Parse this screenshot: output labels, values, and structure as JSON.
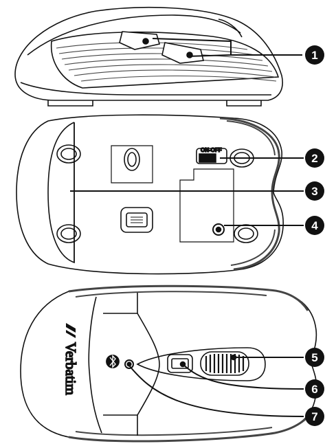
{
  "diagram": {
    "callouts": [
      "1",
      "2",
      "3",
      "4",
      "5",
      "6",
      "7"
    ],
    "switch_label": "ON-OFF",
    "brand": "Verbatim"
  },
  "colors": {
    "ink": "#111111",
    "paper": "#ffffff",
    "hatch": "#444444"
  }
}
